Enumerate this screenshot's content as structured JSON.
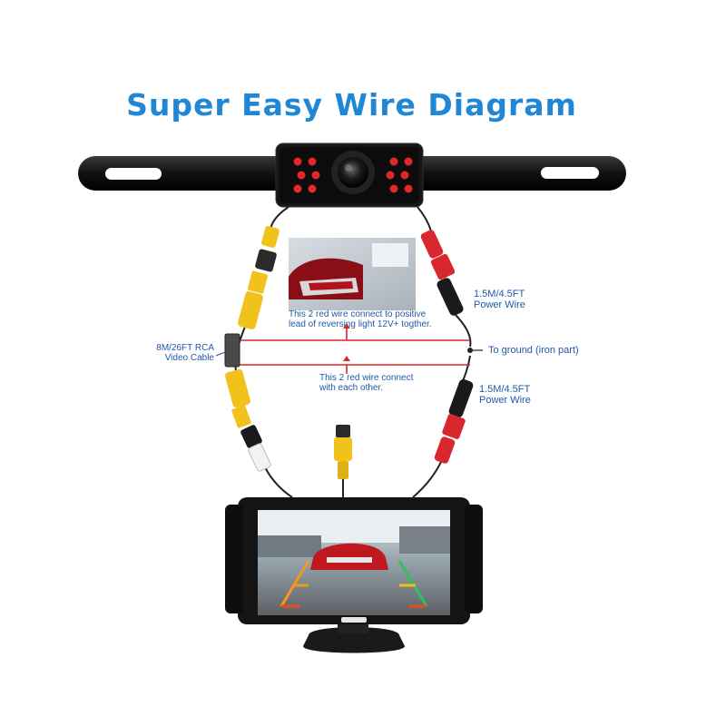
{
  "title": "Super Easy Wire Diagram",
  "labels": {
    "power_wire_top": [
      "1.5M/4.5FT",
      "Power Wire"
    ],
    "power_wire_bottom": [
      "1.5M/4.5FT",
      "Power Wire"
    ],
    "rca_cable": [
      "8M/26FT RCA",
      "Video Cable"
    ],
    "ground": "To ground (iron part)",
    "positive_note": [
      "This 2 red wire connect to positive",
      "lead of reversing light 12V+ togther."
    ],
    "connect_note": [
      "This 2 red wire connect",
      "with each other."
    ]
  },
  "colors": {
    "title": "#1f87d6",
    "label_text": "#1f5aa8",
    "red_wire": "#d8272e",
    "rca_yellow": "#f2c21c",
    "rca_white": "#f2f2f2",
    "ir_led": "#e02828",
    "device_body": "#1a1a1a"
  }
}
